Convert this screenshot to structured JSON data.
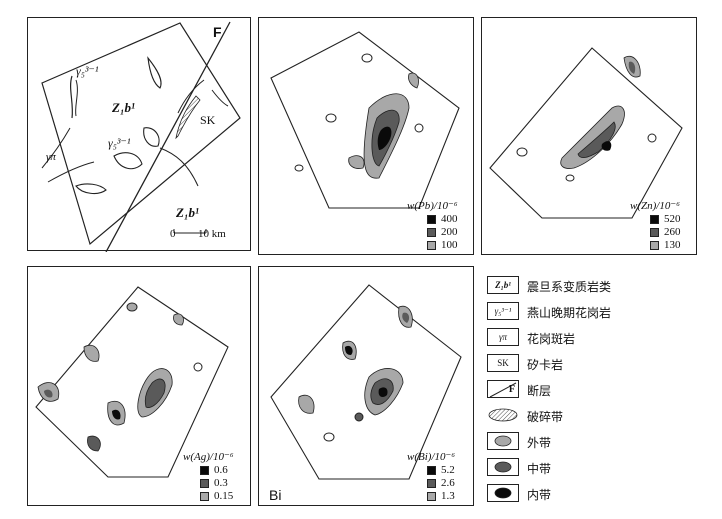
{
  "geology": {
    "fault_label": "F",
    "unit_label_1": "Z₁b¹",
    "unit_label_2": "Z₁b¹",
    "granite_label_1": "γ₅³⁻¹",
    "granite_label_2": "γ₅³⁻¹",
    "porphyry_label": "γπ",
    "skarn_label": "SK",
    "scale": {
      "zero": "0",
      "ten": "10 km"
    }
  },
  "panels": {
    "pb": {
      "title": "w(Pb)/10⁻⁶",
      "legend": [
        "400",
        "200",
        "100"
      ]
    },
    "zn": {
      "title": "w(Zn)/10⁻⁶",
      "legend": [
        "520",
        "260",
        "130"
      ]
    },
    "ag": {
      "title": "w(Ag)/10⁻⁶",
      "legend": [
        "0.6",
        "0.3",
        "0.15"
      ]
    },
    "bi": {
      "title": "w(Bi)/10⁻⁶",
      "legend": [
        "5.2",
        "2.6",
        "1.3"
      ],
      "corner_label": "Bi"
    }
  },
  "legend": {
    "items": [
      {
        "symbol": "Z₁b¹",
        "label": "震旦系变质岩类"
      },
      {
        "symbol": "γ₅³⁻¹",
        "label": "燕山晚期花岗岩"
      },
      {
        "symbol": "γπ",
        "label": "花岗斑岩"
      },
      {
        "symbol": "SK",
        "label": "矽卡岩"
      },
      {
        "symbol": "F",
        "label": "断层"
      },
      {
        "symbol": "",
        "label": "破碎带"
      },
      {
        "symbol": "",
        "label": "外带"
      },
      {
        "symbol": "",
        "label": "中带"
      },
      {
        "symbol": "",
        "label": "内带"
      }
    ]
  },
  "colors": {
    "outer": "#a8a8a8",
    "middle": "#5a5a5a",
    "inner": "#0a0a0a"
  }
}
